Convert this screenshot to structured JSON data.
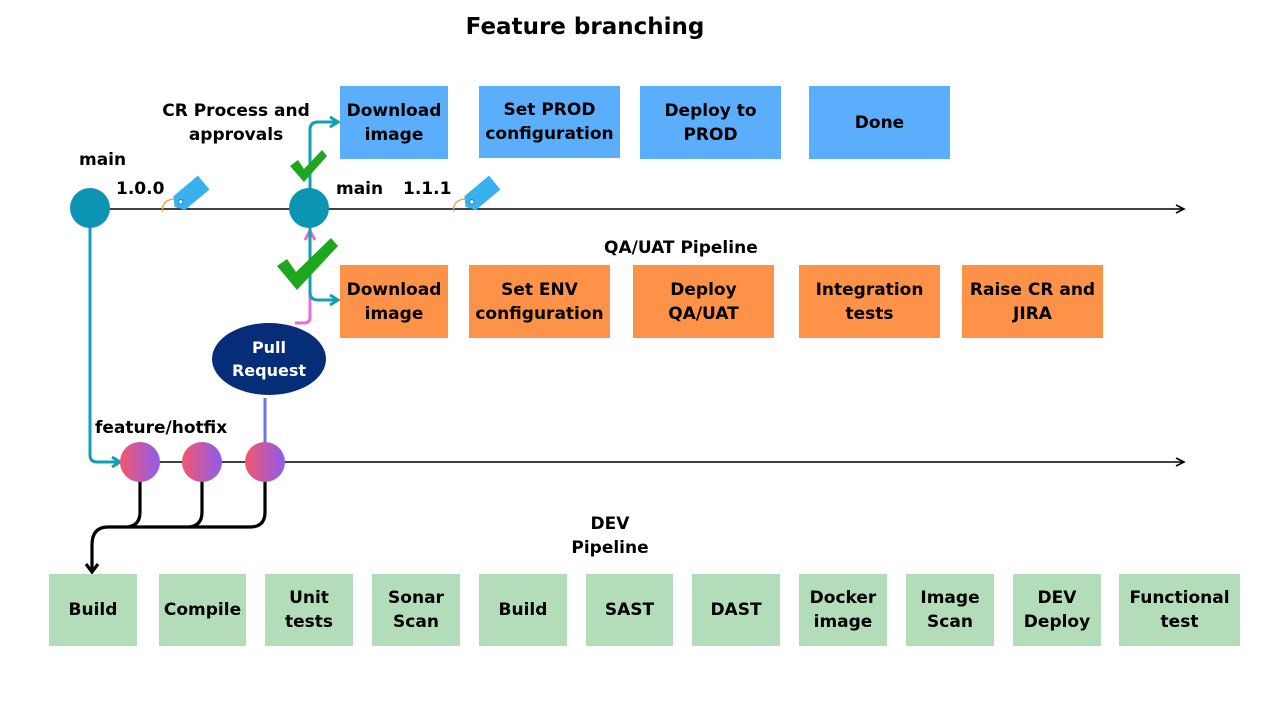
{
  "title": "Feature branching",
  "labels": {
    "main_left": "main",
    "tag_left": "1.0.0",
    "main_mid": "main",
    "tag_mid": "1.1.1",
    "cr_process": "CR Process and\napprovals",
    "qa_pipeline": "QA/UAT Pipeline",
    "feature": "feature/hotfix",
    "dev_pipeline": "DEV\nPipeline"
  },
  "pull_request": "Pull\nRequest",
  "prod_stages": [
    "Download\nimage",
    "Set PROD\nconfiguration",
    "Deploy to\nPROD",
    "Done"
  ],
  "qa_stages": [
    "Download\nimage",
    "Set ENV\nconfiguration",
    "Deploy\nQA/UAT",
    "Integration\ntests",
    "Raise CR and\nJIRA"
  ],
  "dev_stages": [
    "Build",
    "Compile",
    "Unit\ntests",
    "Sonar\nScan",
    "Build",
    "SAST",
    "DAST",
    "Docker\nimage",
    "Image\nScan",
    "DEV\nDeploy",
    "Functional\ntest"
  ],
  "colors": {
    "prod": "#5aaefc",
    "qa": "#ff9249",
    "dev": "#b3dcb9",
    "main_node": "#0c94b4",
    "pull_request": "#062d78",
    "check": "#1fa61f",
    "tag": "#38b1ee"
  },
  "icons": [
    "tag-icon",
    "checkmark-icon"
  ]
}
